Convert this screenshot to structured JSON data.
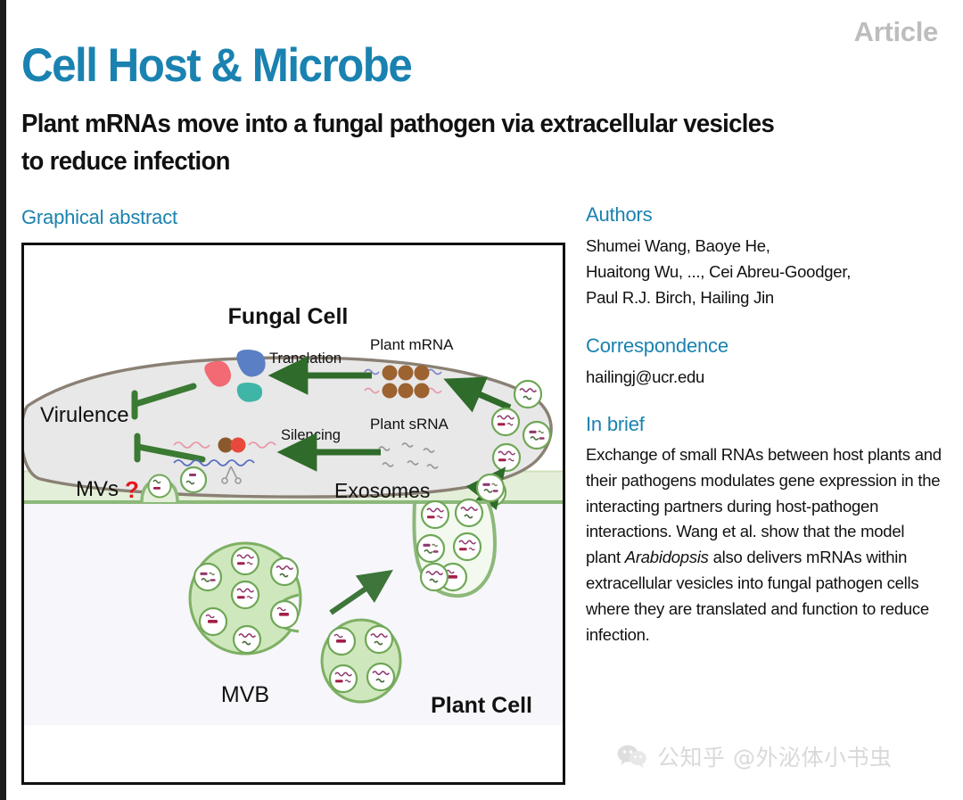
{
  "header": {
    "article_tag": "Article",
    "journal_title": "Cell Host & Microbe",
    "paper_title": "Plant mRNAs move into a fungal pathogen via extracellular vesicles to reduce infection"
  },
  "graphical_abstract": {
    "heading": "Graphical abstract",
    "labels": {
      "fungal_cell": "Fungal Cell",
      "virulence": "Virulence",
      "translation": "Translation",
      "plant_mrna": "Plant mRNA",
      "silencing": "Silencing",
      "plant_srna": "Plant sRNA",
      "mvs": "MVs",
      "mvs_query": "?",
      "exosomes": "Exosomes",
      "mvb": "MVB",
      "plant_cell": "Plant Cell"
    },
    "colors": {
      "fungal_fill": "#e8e8e8",
      "fungal_stroke": "#8a8074",
      "apoplast_fill": "#e4efd9",
      "membrane_line": "#8cb87a",
      "plant_fill": "#f6f6fb",
      "vesicle_stroke": "#6fa757",
      "mvb_fill": "#cfe7bd",
      "arrow_green": "#2f6b2a",
      "rna_purple": "#8e3a6e",
      "rna_maroon": "#a31f4a",
      "query_red": "#e8121d"
    }
  },
  "authors": {
    "heading": "Authors",
    "line1": "Shumei Wang, Baoye He,",
    "line2": "Huaitong Wu, ..., Cei Abreu-Goodger,",
    "line3": "Paul R.J. Birch, Hailing Jin"
  },
  "correspondence": {
    "heading": "Correspondence",
    "email": "hailingj@ucr.edu"
  },
  "in_brief": {
    "heading": "In brief",
    "part1": "Exchange of small RNAs between host plants and their pathogens modulates gene expression in the interacting partners during host-pathogen interactions. Wang et al. show that the model plant ",
    "italic_term": "Arabidopsis",
    "part2": " also delivers mRNAs within extracellular vesicles into fungal pathogen cells where they are translated and function to reduce infection."
  },
  "watermark": {
    "icon": "wechat-icon",
    "text": "公知乎 @外泌体小书虫"
  }
}
